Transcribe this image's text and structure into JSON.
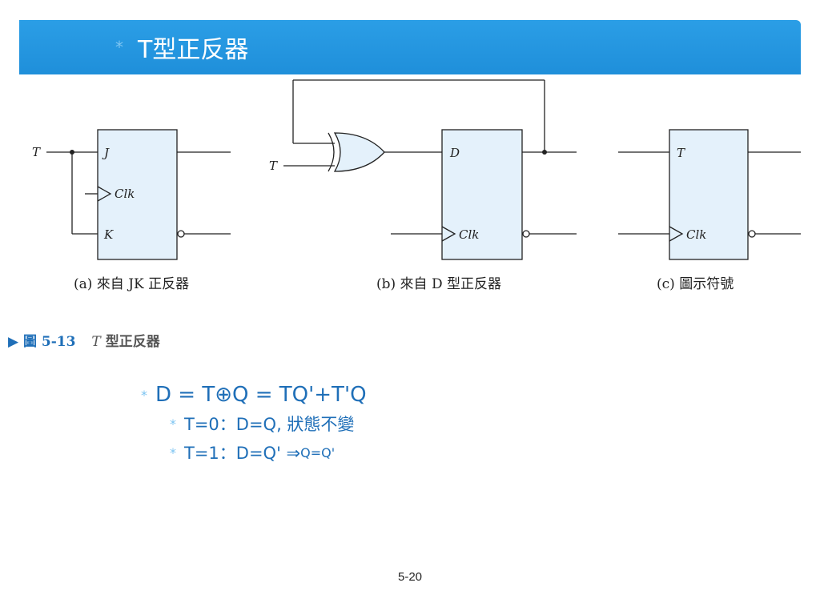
{
  "slide": {
    "title_bullet": "*",
    "title": "T型正反器",
    "page_number": "5-20"
  },
  "diagram": {
    "panel_a": {
      "input_T": "T",
      "pin_J": "J",
      "pin_clk": "Clk",
      "pin_K": "K",
      "caption": "(a) 來自 JK 正反器"
    },
    "panel_b": {
      "input_T": "T",
      "pin_D": "D",
      "pin_clk": "Clk",
      "caption": "(b) 來自 D 型正反器"
    },
    "panel_c": {
      "pin_T": "T",
      "pin_clk": "Clk",
      "caption": "(c) 圖示符號"
    }
  },
  "figure": {
    "marker": "▶",
    "number": "圖 5-13",
    "title_symbol": "T",
    "title_text": "型正反器"
  },
  "equations": {
    "main": "D = T⊕Q = TQ'+T'Q",
    "case0": "T=0：D=Q, 狀態不變",
    "case1_lhs": "T=1：D=Q' ⇒ ",
    "case1_rhs": "Q=Q'"
  },
  "colors": {
    "header": "#1f8fda",
    "flipflop_fill": "#e4f1fb",
    "equation_text": "#1f6fb8"
  }
}
